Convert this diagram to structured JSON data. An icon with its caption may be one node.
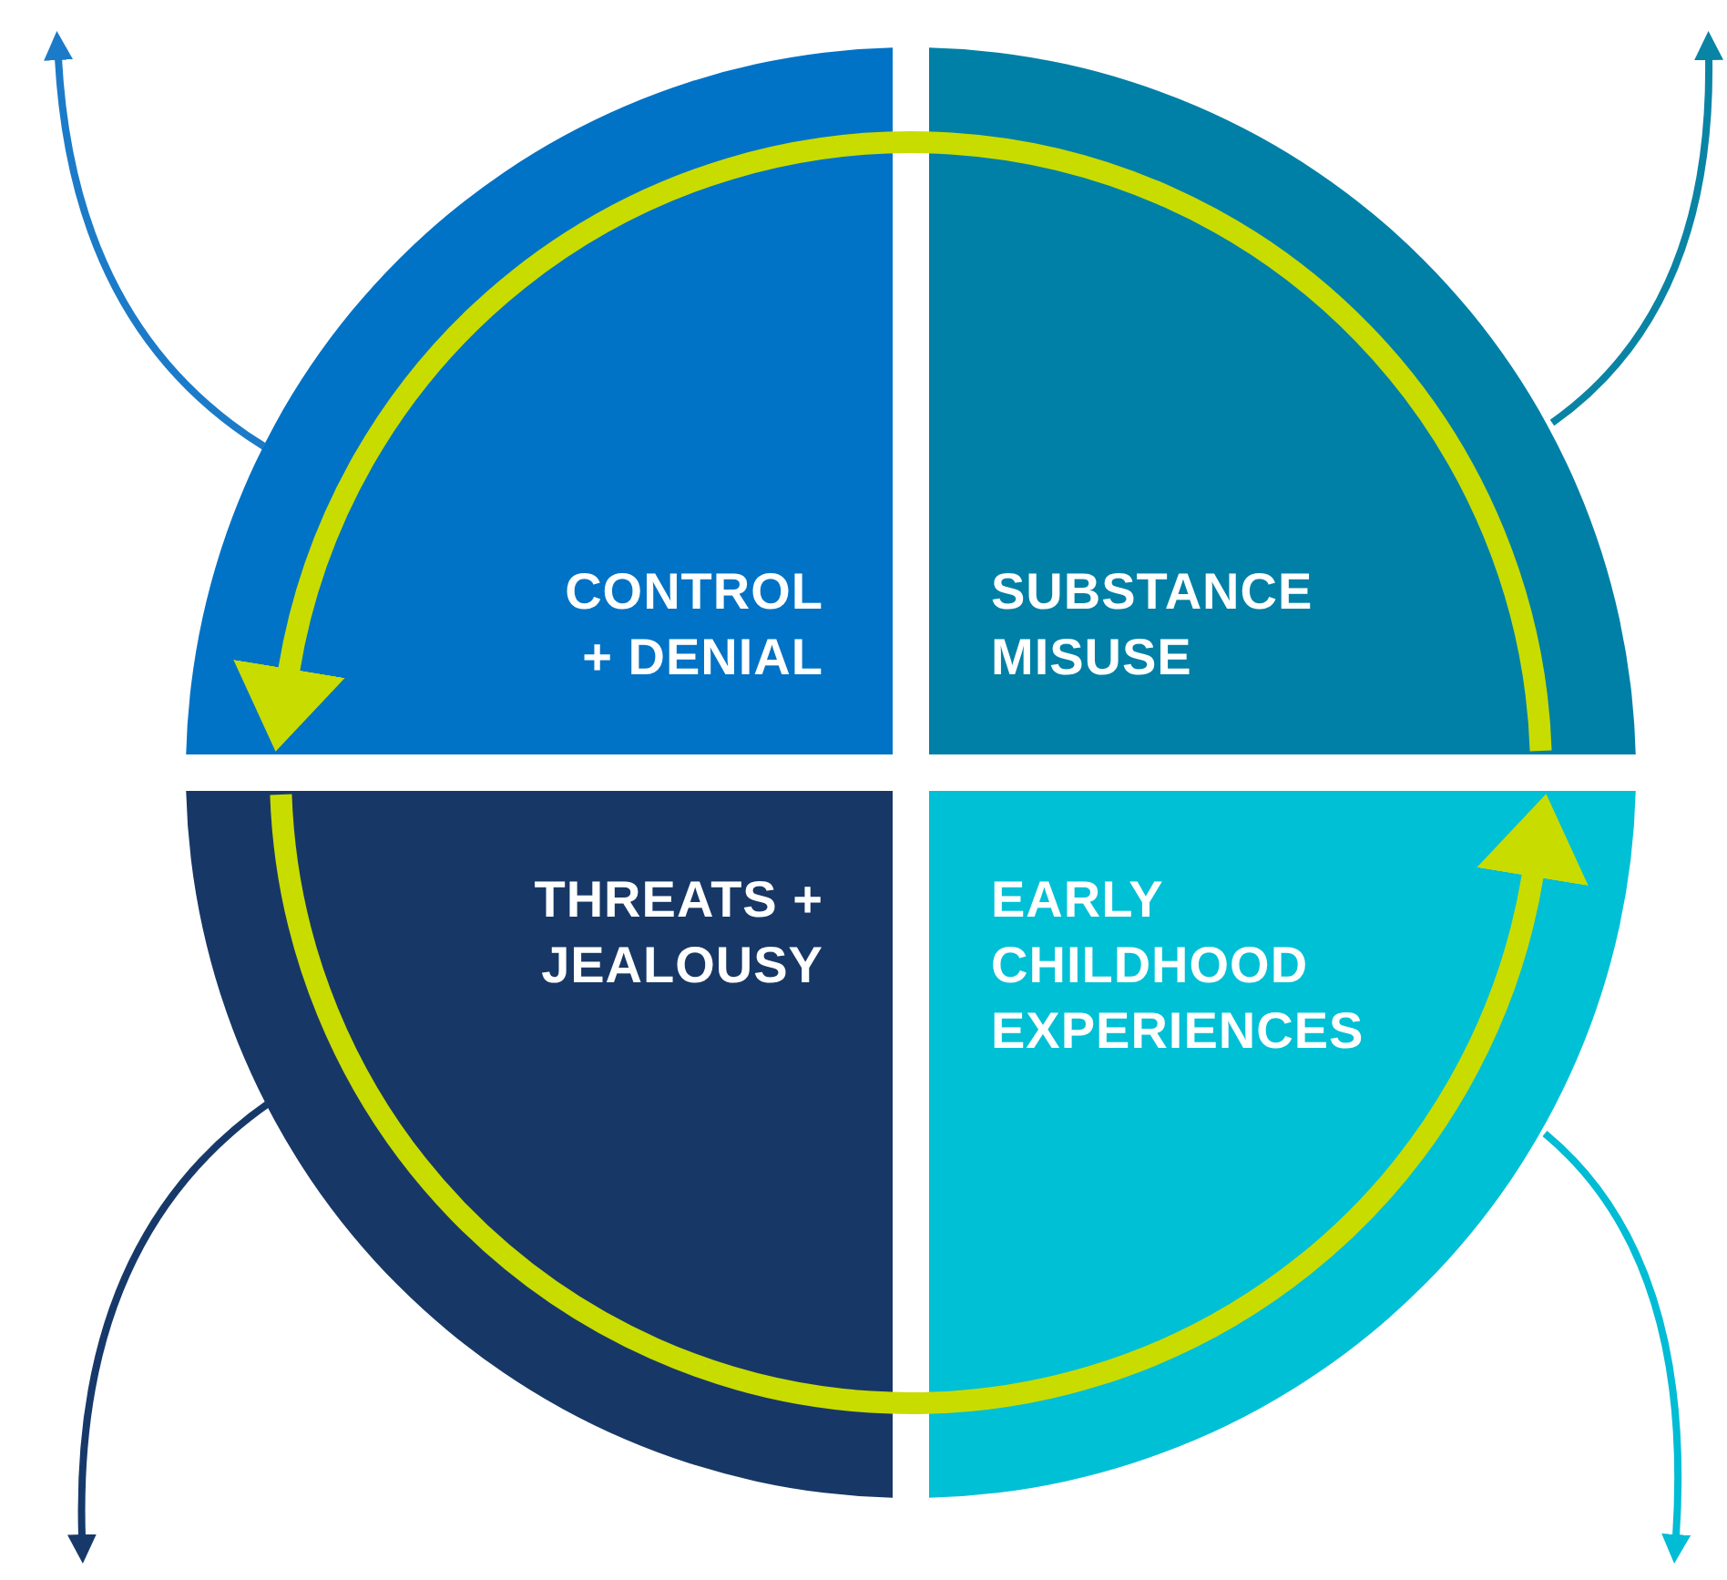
{
  "diagram": {
    "nodes": [
      {
        "text": [
          "CONTROL + DENIAL"
        ]
      },
      {
        "text": [
          "SUBSTANCE MISUSE"
        ]
      },
      {
        "text": [
          "THREATS + JEALOUSY"
        ]
      },
      {
        "text": [
          "EARLY CHILDHOOD EXPERIENCES"
        ]
      }
    ],
    "edges": [
      {
        "from": 1,
        "to": 0,
        "arrow": "to",
        "style": "thick",
        "color": "#c8dc00"
      },
      {
        "from": 2,
        "to": 3,
        "arrow": "to",
        "style": "thick",
        "color": "#c8dc00"
      },
      {
        "from": 0,
        "to": null,
        "arrow": "to",
        "color": "#1b7bc8"
      },
      {
        "from": 1,
        "to": null,
        "arrow": "to",
        "color": "#0a84a4"
      },
      {
        "from": 2,
        "to": null,
        "arrow": "to",
        "color": "#17396a"
      },
      {
        "from": 3,
        "to": null,
        "arrow": "to",
        "color": "#00bcd4"
      }
    ]
  }
}
